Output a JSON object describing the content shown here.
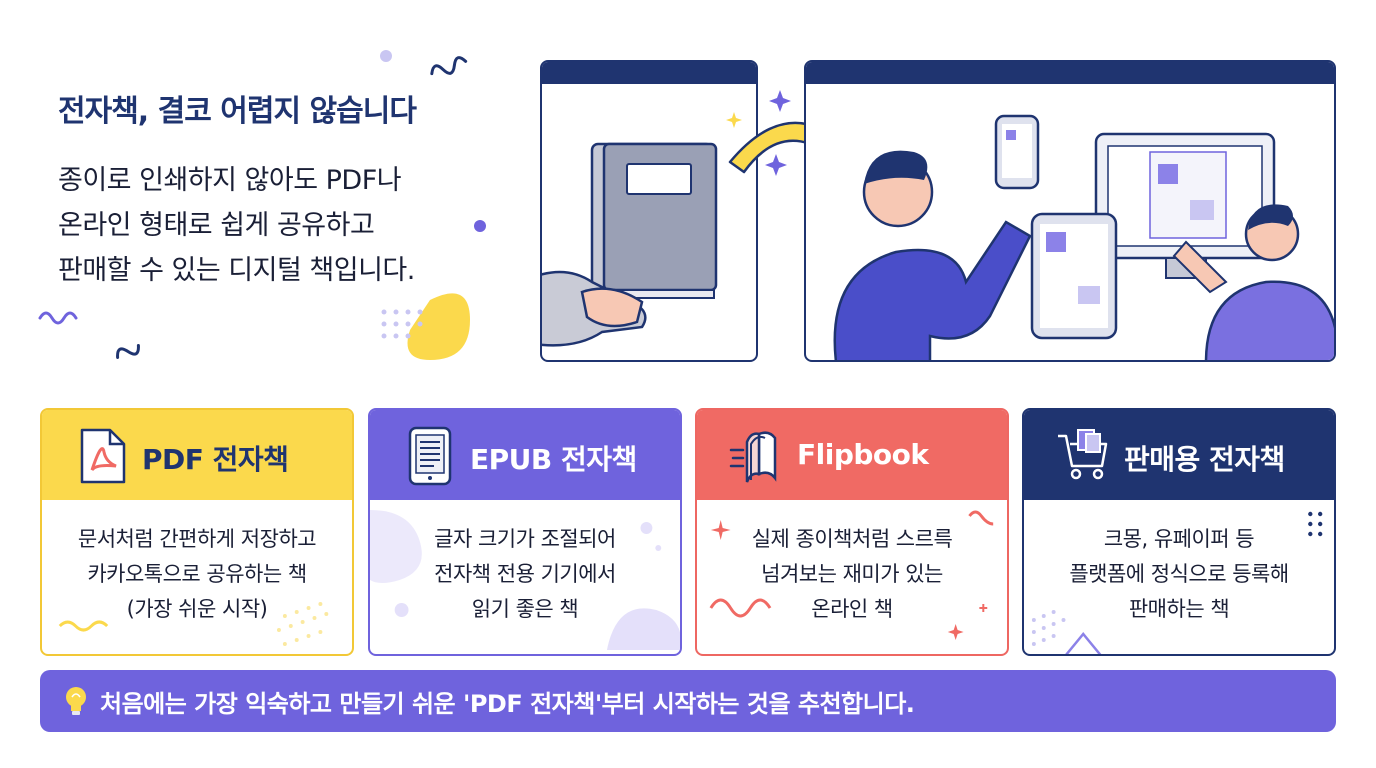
{
  "intro": {
    "title": "전자책, 결코 어렵지 않습니다",
    "body_lines": [
      "종이로 인쇄하지 않아도 PDF나",
      "온라인 형태로 쉽게 공유하고",
      "판매할 수 있는 디지털 책입니다."
    ]
  },
  "cards": [
    {
      "title": "PDF 전자책",
      "icon": "pdf-file-icon",
      "lines": [
        "문서처럼 간편하게 저장하고",
        "카카오톡으로 공유하는 책",
        "(가장 쉬운 시작)"
      ]
    },
    {
      "title": "EPUB 전자책",
      "icon": "ereader-icon",
      "lines": [
        "글자 크기가 조절되어",
        "전자책 전용 기기에서",
        "읽기 좋은 책"
      ]
    },
    {
      "title": "Flipbook",
      "icon": "flipping-pages-icon",
      "lines": [
        "실제 종이책처럼 스르륵",
        "넘겨보는 재미가 있는",
        "온라인 책"
      ]
    },
    {
      "title": "판매용 전자책",
      "icon": "shopping-cart-icon",
      "lines": [
        "크몽, 유페이퍼 등",
        "플랫폼에 정식으로 등록해",
        "판매하는 책"
      ]
    }
  ],
  "tip": {
    "icon": "lightbulb-icon",
    "text": "처음에는 가장 익숙하고 만들기 쉬운 'PDF 전자책'부터 시작하는 것을 추천합니다."
  },
  "colors": {
    "navy": "#1f3470",
    "yellow": "#fbd94c",
    "purple": "#6f63dd",
    "coral": "#f06a64"
  }
}
